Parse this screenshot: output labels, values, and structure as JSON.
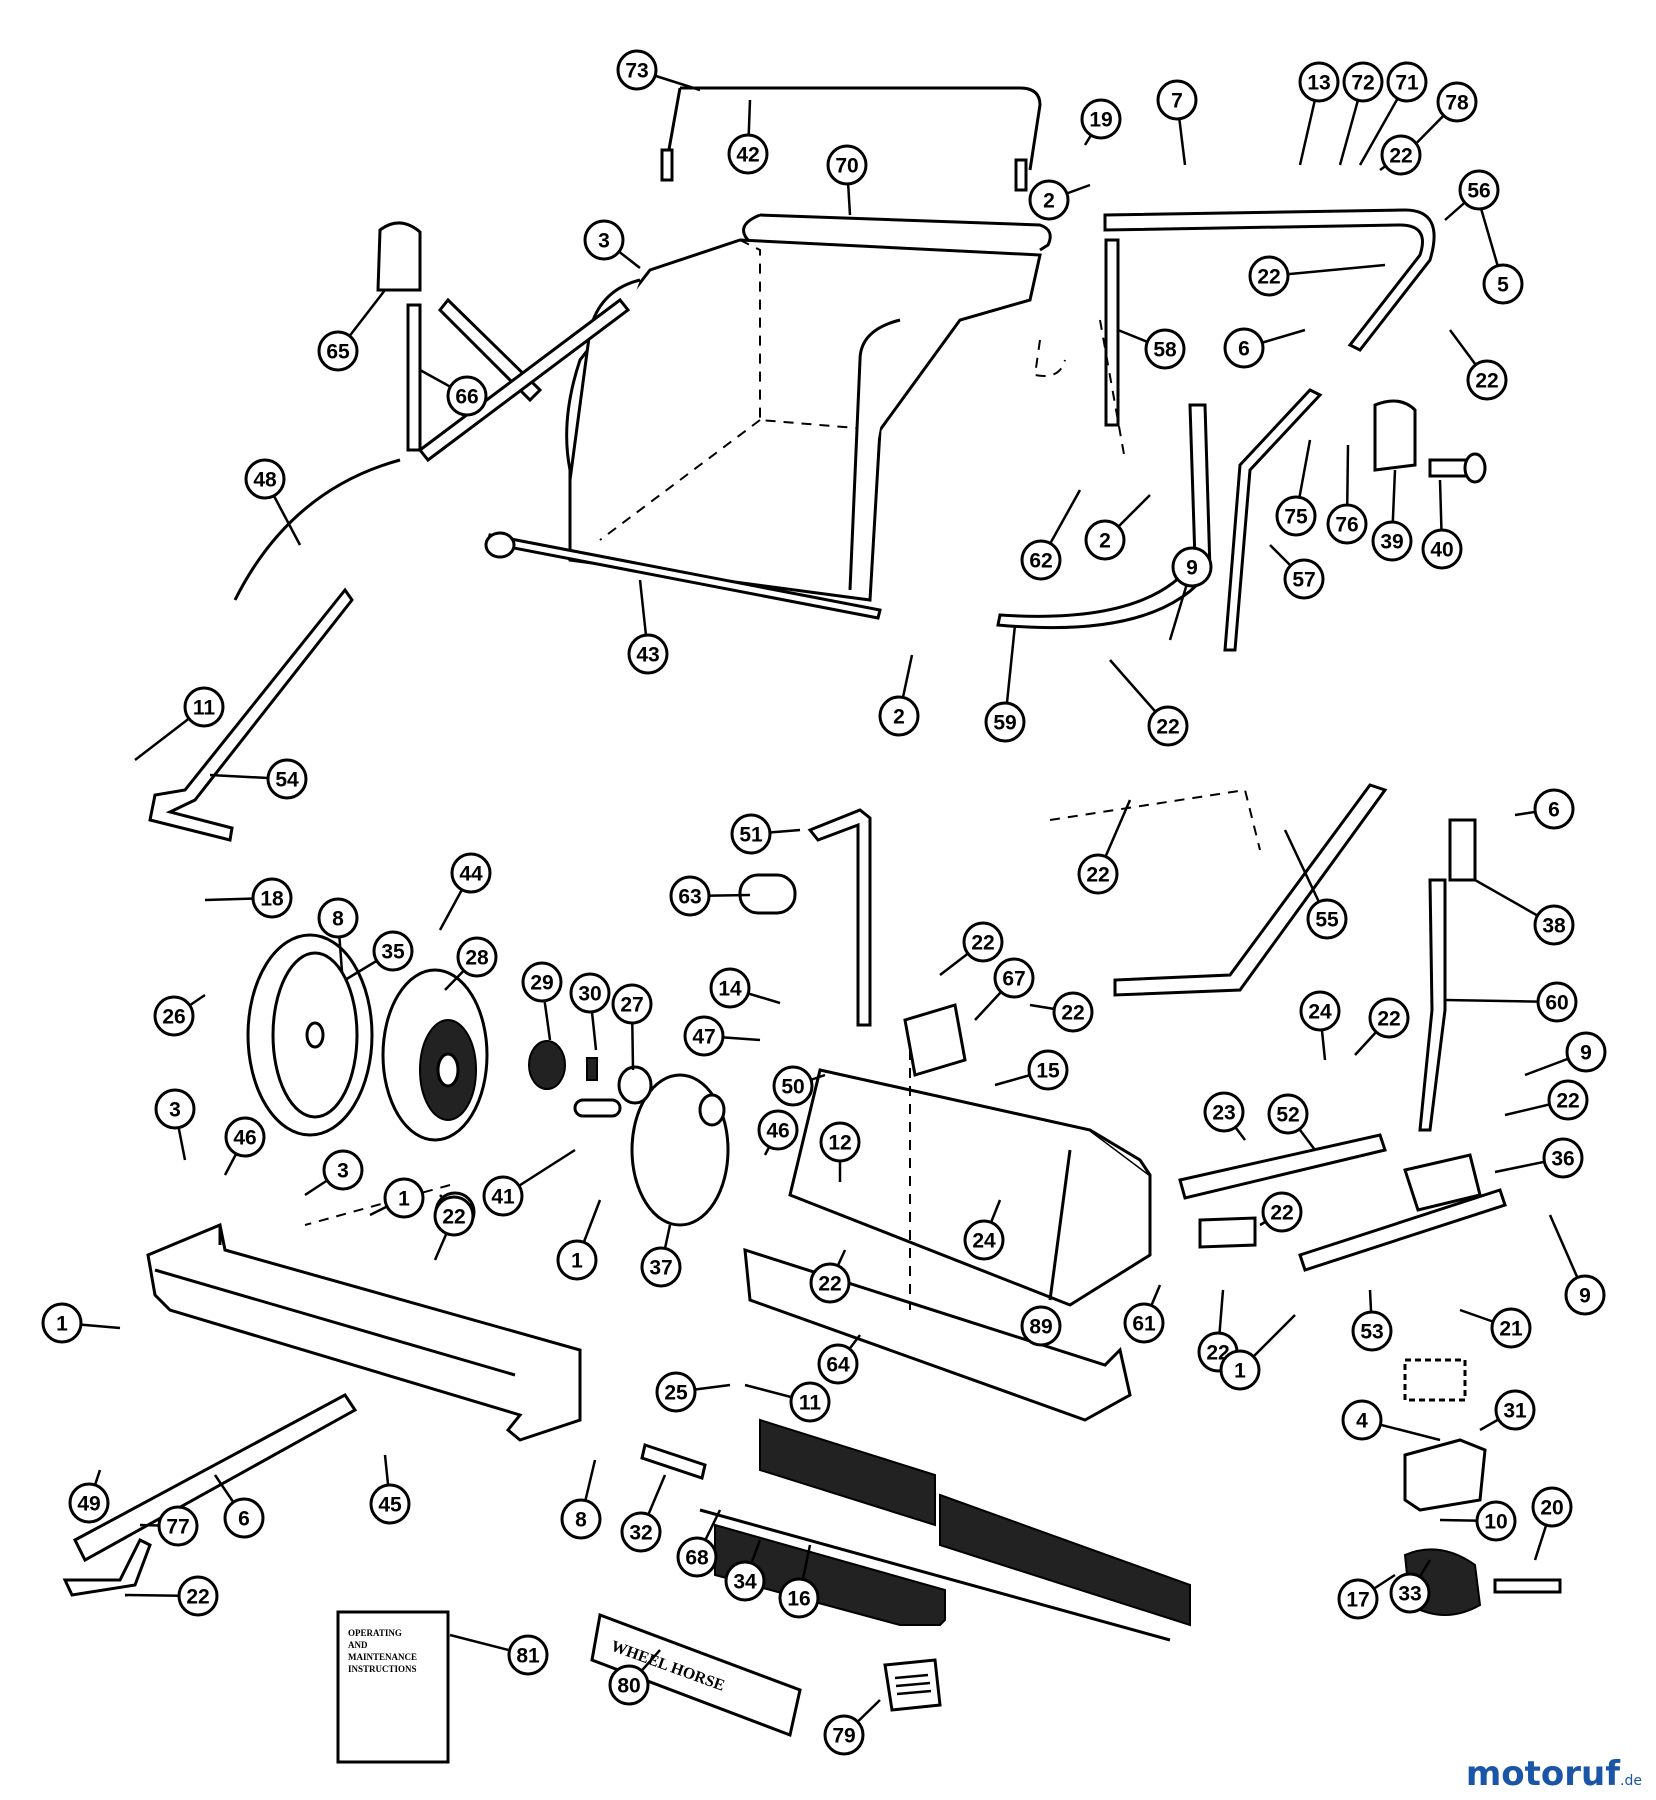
{
  "booklet": {
    "line1": "OPERATING",
    "line2": "AND",
    "line3": "MAINTENANCE",
    "line4": "INSTRUCTIONS"
  },
  "decal": {
    "text": "WHEEL HORSE"
  },
  "watermark": {
    "brand": "motoruf",
    "suffix": ".de"
  },
  "callouts": [
    {
      "n": "73"
    },
    {
      "n": "42"
    },
    {
      "n": "70"
    },
    {
      "n": "19"
    },
    {
      "n": "7"
    },
    {
      "n": "13"
    },
    {
      "n": "72"
    },
    {
      "n": "71"
    },
    {
      "n": "78"
    },
    {
      "n": "22"
    },
    {
      "n": "56"
    },
    {
      "n": "2"
    },
    {
      "n": "3"
    },
    {
      "n": "5"
    },
    {
      "n": "22"
    },
    {
      "n": "65"
    },
    {
      "n": "6"
    },
    {
      "n": "22"
    },
    {
      "n": "66"
    },
    {
      "n": "58"
    },
    {
      "n": "48"
    },
    {
      "n": "75"
    },
    {
      "n": "76"
    },
    {
      "n": "39"
    },
    {
      "n": "40"
    },
    {
      "n": "2"
    },
    {
      "n": "62"
    },
    {
      "n": "9"
    },
    {
      "n": "57"
    },
    {
      "n": "43"
    },
    {
      "n": "11"
    },
    {
      "n": "2"
    },
    {
      "n": "59"
    },
    {
      "n": "22"
    },
    {
      "n": "54"
    },
    {
      "n": "22"
    },
    {
      "n": "6"
    },
    {
      "n": "51"
    },
    {
      "n": "44"
    },
    {
      "n": "55"
    },
    {
      "n": "18"
    },
    {
      "n": "63"
    },
    {
      "n": "38"
    },
    {
      "n": "8"
    },
    {
      "n": "35"
    },
    {
      "n": "28"
    },
    {
      "n": "22"
    },
    {
      "n": "67"
    },
    {
      "n": "29"
    },
    {
      "n": "30"
    },
    {
      "n": "27"
    },
    {
      "n": "14"
    },
    {
      "n": "22"
    },
    {
      "n": "60"
    },
    {
      "n": "26"
    },
    {
      "n": "47"
    },
    {
      "n": "15"
    },
    {
      "n": "24"
    },
    {
      "n": "22"
    },
    {
      "n": "50"
    },
    {
      "n": "9"
    },
    {
      "n": "22"
    },
    {
      "n": "3"
    },
    {
      "n": "46"
    },
    {
      "n": "23"
    },
    {
      "n": "52"
    },
    {
      "n": "22"
    },
    {
      "n": "12"
    },
    {
      "n": "46"
    },
    {
      "n": "36"
    },
    {
      "n": "3"
    },
    {
      "n": "1"
    },
    {
      "n": "22"
    },
    {
      "n": "41"
    },
    {
      "n": "1"
    },
    {
      "n": "24"
    },
    {
      "n": "22"
    },
    {
      "n": "9"
    },
    {
      "n": "37"
    },
    {
      "n": "22"
    },
    {
      "n": "89"
    },
    {
      "n": "61"
    },
    {
      "n": "22"
    },
    {
      "n": "1"
    },
    {
      "n": "53"
    },
    {
      "n": "21"
    },
    {
      "n": "1"
    },
    {
      "n": "64"
    },
    {
      "n": "25"
    },
    {
      "n": "11"
    },
    {
      "n": "31"
    },
    {
      "n": "4"
    },
    {
      "n": "49"
    },
    {
      "n": "6"
    },
    {
      "n": "45"
    },
    {
      "n": "8"
    },
    {
      "n": "32"
    },
    {
      "n": "10"
    },
    {
      "n": "20"
    },
    {
      "n": "77"
    },
    {
      "n": "68"
    },
    {
      "n": "34"
    },
    {
      "n": "16"
    },
    {
      "n": "17"
    },
    {
      "n": "33"
    },
    {
      "n": "22"
    },
    {
      "n": "81"
    },
    {
      "n": "80"
    },
    {
      "n": "79"
    }
  ]
}
